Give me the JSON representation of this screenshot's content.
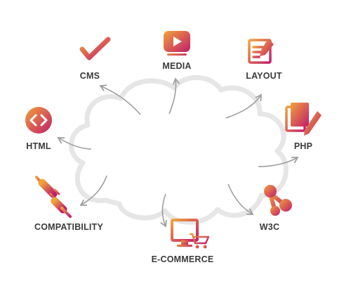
{
  "diagram": {
    "center": {
      "shape": "cloud",
      "color": "#e6e6e6"
    },
    "gradient": {
      "from": "#f0a23b",
      "to": "#c21d6b"
    },
    "arrow_color": "#9e9e9e",
    "nodes": [
      {
        "label": "CMS",
        "icon": "checkmark-icon"
      },
      {
        "label": "MEDIA",
        "icon": "play-button-icon"
      },
      {
        "label": "LAYOUT",
        "icon": "edit-document-icon"
      },
      {
        "label": "HTML",
        "icon": "code-icon"
      },
      {
        "label": "PHP",
        "icon": "pages-pencil-icon"
      },
      {
        "label": "COMPATIBILITY",
        "icon": "plug-icon"
      },
      {
        "label": "W3C",
        "icon": "share-nodes-icon"
      },
      {
        "label": "E-COMMERCE",
        "icon": "cart-monitor-icon"
      }
    ]
  }
}
